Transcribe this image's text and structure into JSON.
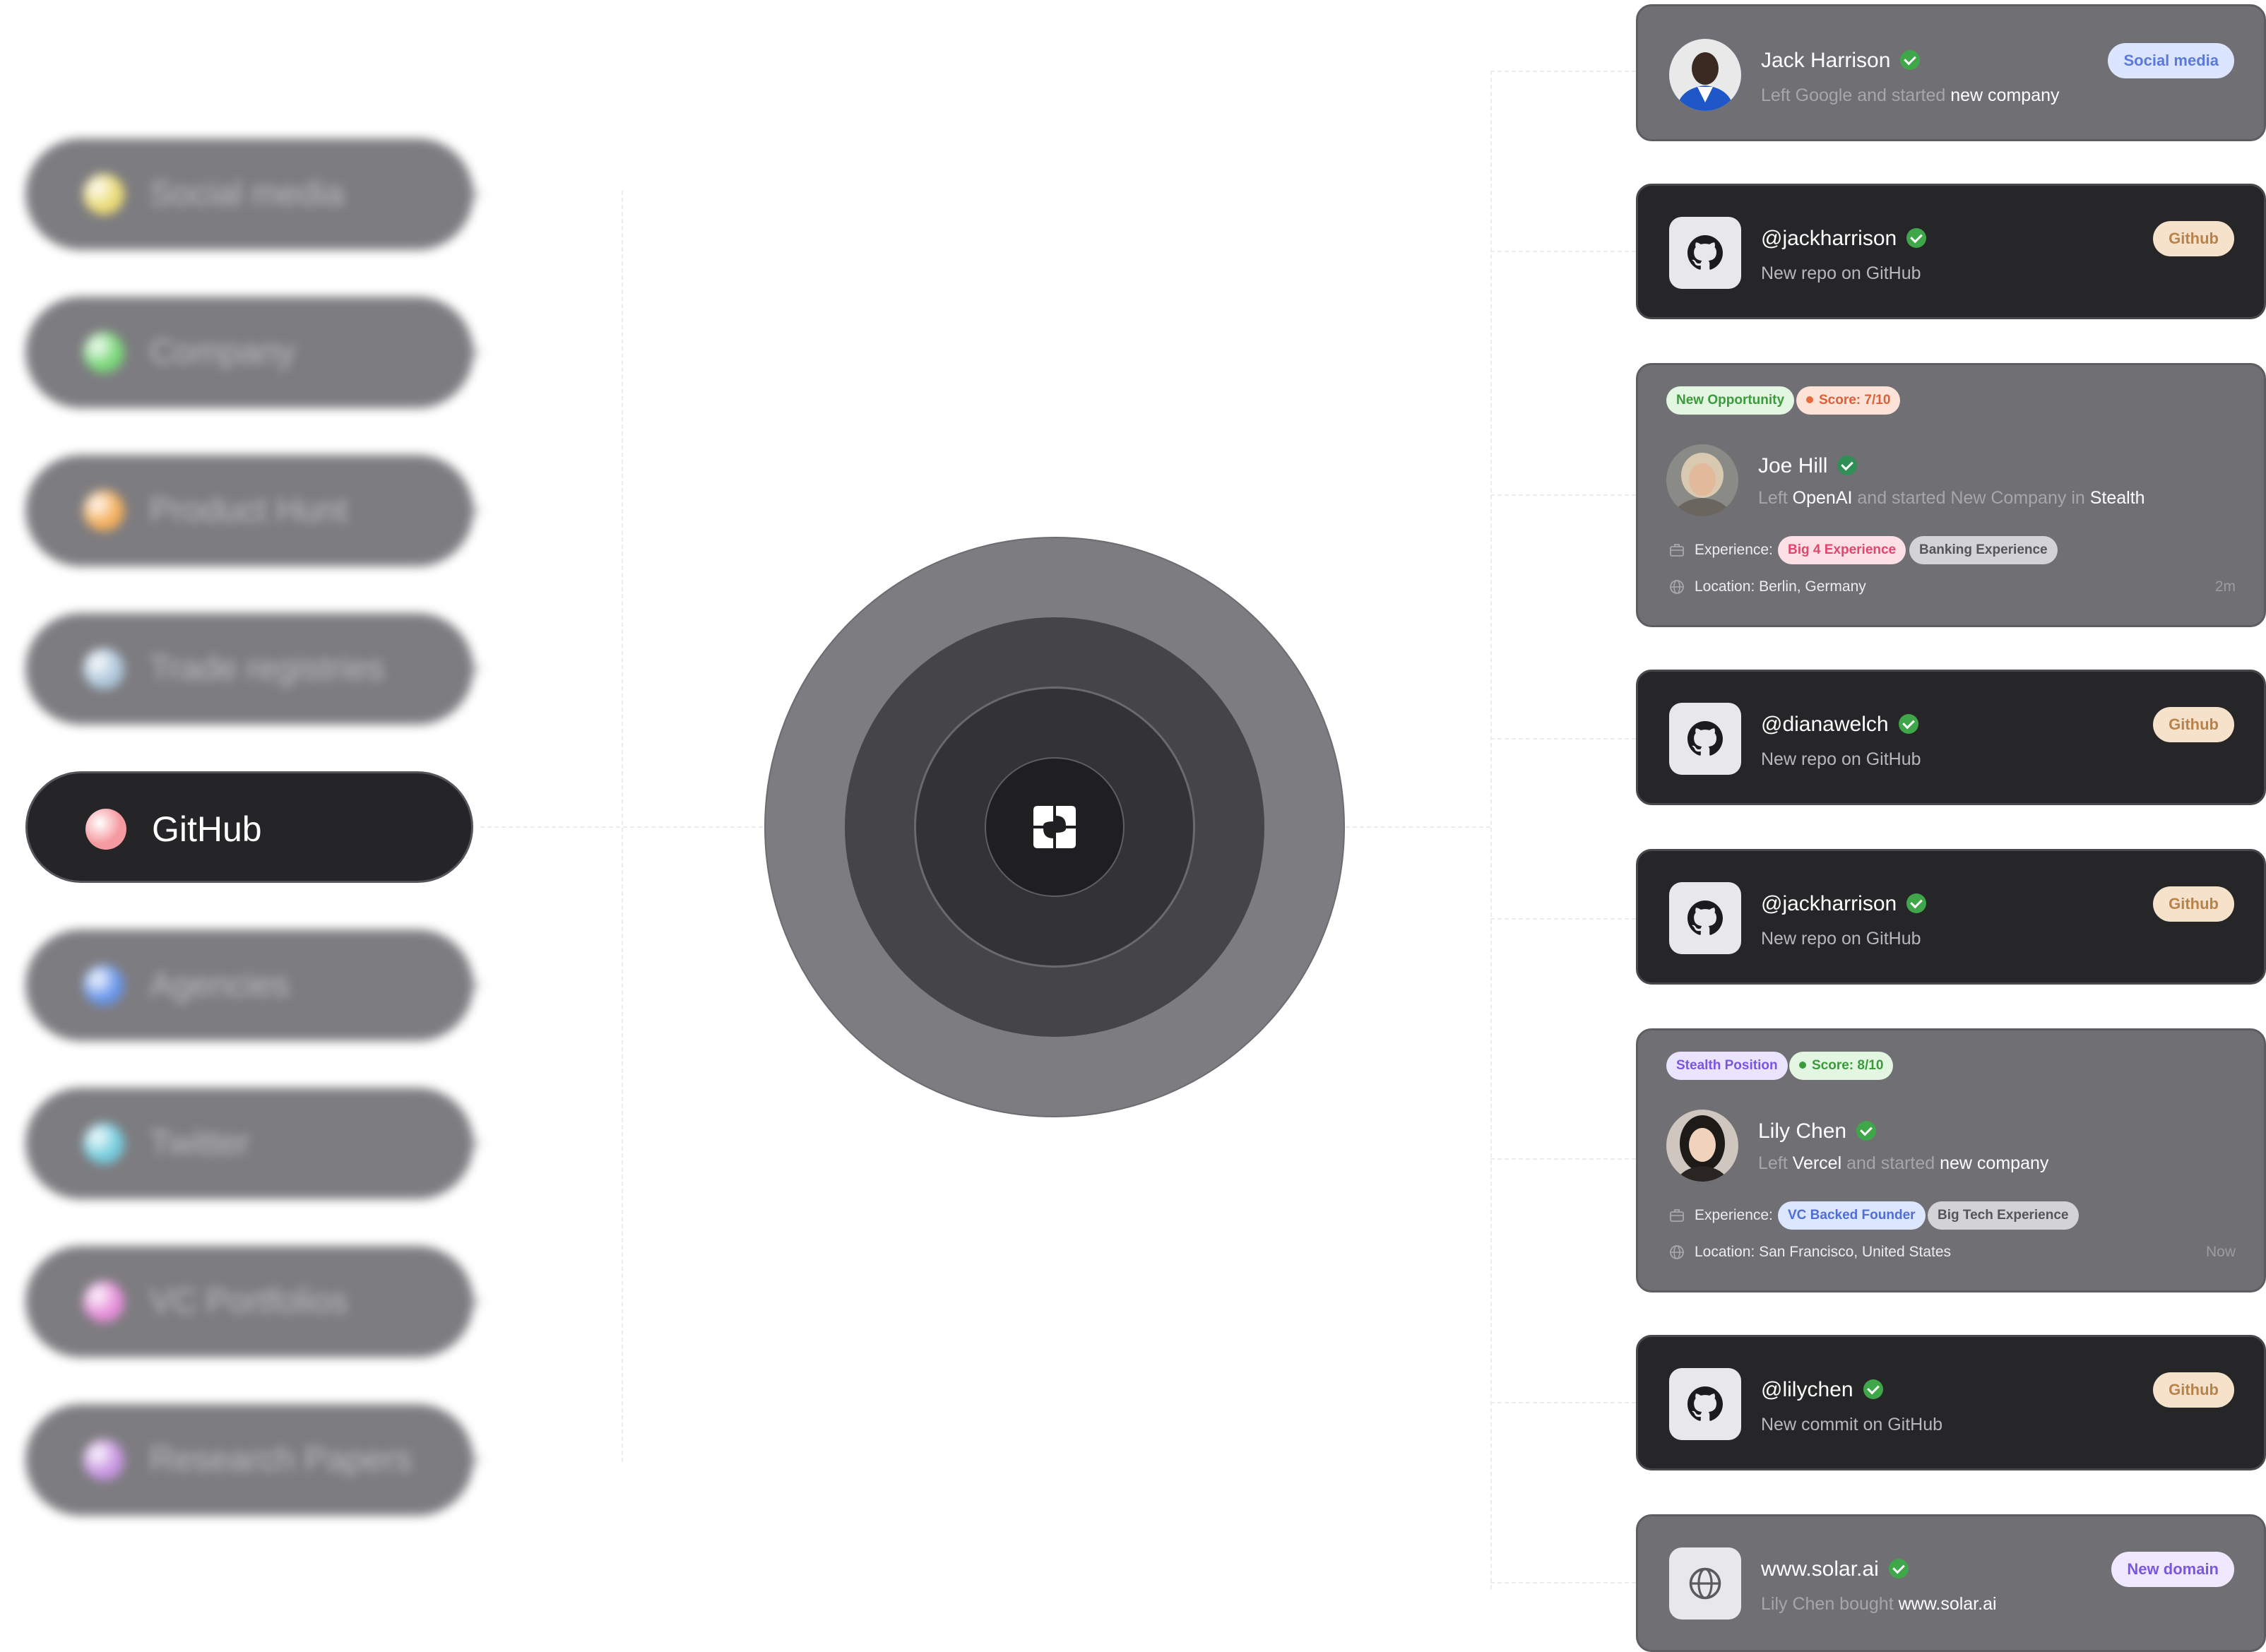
{
  "left_panel": {
    "items": [
      {
        "label": "Social media",
        "dot": "#e9d86a",
        "blurred": true
      },
      {
        "label": "Company",
        "dot": "#6fd46f",
        "blurred": true
      },
      {
        "label": "Product Hunt",
        "dot": "#f3a84f",
        "blurred": true
      },
      {
        "label": "Trade registries",
        "dot": "#a9c3d9",
        "blurred": true
      },
      {
        "label": "GitHub",
        "dot": "#f59aa0",
        "blurred": false
      },
      {
        "label": "Agencies",
        "dot": "#5d8de8",
        "blurred": true
      },
      {
        "label": "Twitter",
        "dot": "#69c9dc",
        "blurred": true
      },
      {
        "label": "VC Portfolios",
        "dot": "#e585d8",
        "blurred": true
      },
      {
        "label": "Research Papers",
        "dot": "#c48de0",
        "blurred": true
      }
    ]
  },
  "center": {
    "logo_icon": "company-logo-icon"
  },
  "feed": {
    "card1": {
      "name": "Jack Harrison",
      "sub_pre": "Left Google and started ",
      "sub_hl": "new company",
      "badge": "Social media"
    },
    "card2": {
      "name": "@jackharrison",
      "sub": "New repo on GitHub",
      "badge": "Github"
    },
    "card3": {
      "tag1": "New Opportunity",
      "tag2": "Score: 7/10",
      "name": "Joe Hill",
      "sub_1": "Left ",
      "sub_2": "OpenAI",
      "sub_3": " and started New Company in ",
      "sub_4": "Stealth",
      "exp_label": "Experience:",
      "exp_tag1": "Big 4 Experience",
      "exp_tag2": "Banking Experience",
      "location": "Location: Berlin, Germany",
      "time": "2m"
    },
    "card4": {
      "name": "@dianawelch",
      "sub": "New repo on GitHub",
      "badge": "Github"
    },
    "card5": {
      "name": "@jackharrison",
      "sub": "New repo on GitHub",
      "badge": "Github"
    },
    "card6": {
      "tag1": "Stealth Position",
      "tag2": "Score: 8/10",
      "name": "Lily Chen",
      "sub_1": "Left ",
      "sub_2": "Vercel",
      "sub_3": " and started ",
      "sub_4": "new company",
      "exp_label": "Experience:",
      "exp_tag1": "VC Backed Founder",
      "exp_tag2": "Big Tech Experience",
      "location": "Location: San Francisco, United States",
      "time": "Now"
    },
    "card7": {
      "name": "@lilychen",
      "sub": "New commit on GitHub",
      "badge": "Github"
    },
    "card8": {
      "name": "www.solar.ai",
      "sub_pre": "Lily Chen bought ",
      "sub_hl": "www.solar.ai",
      "badge": "New domain"
    }
  },
  "colors": {
    "accent_green": "#3fa64a",
    "panel_dark": "#262528",
    "panel_grey": "#706f73"
  }
}
